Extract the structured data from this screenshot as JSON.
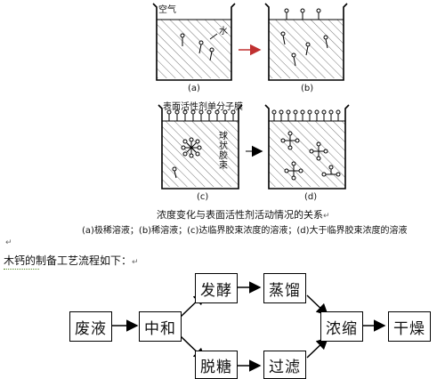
{
  "figure": {
    "labels": {
      "air": "空气",
      "water": "水",
      "film": "表面活性剂单分子膜",
      "micelle": "球状胶束"
    },
    "panels": [
      "(a)",
      "(b)",
      "(c)",
      "(d)"
    ]
  },
  "caption": {
    "title": "浓度变化与表面活性剂活动情况的关系",
    "subtitle": "(a)极稀溶液；(b)稀溶液；(c)达临界胶束浓度的溶液；(d)大于临界胶束浓度的溶液"
  },
  "intro": "木钙的制备工艺流程如下：",
  "flow": {
    "steps": {
      "waste": "废液",
      "neutral": "中和",
      "ferment": "发酵",
      "distill": "蒸馏",
      "desugar": "脱糖",
      "filter": "过滤",
      "concentrate": "浓缩",
      "dry": "干燥"
    }
  },
  "marks": {
    "para": "↵"
  }
}
